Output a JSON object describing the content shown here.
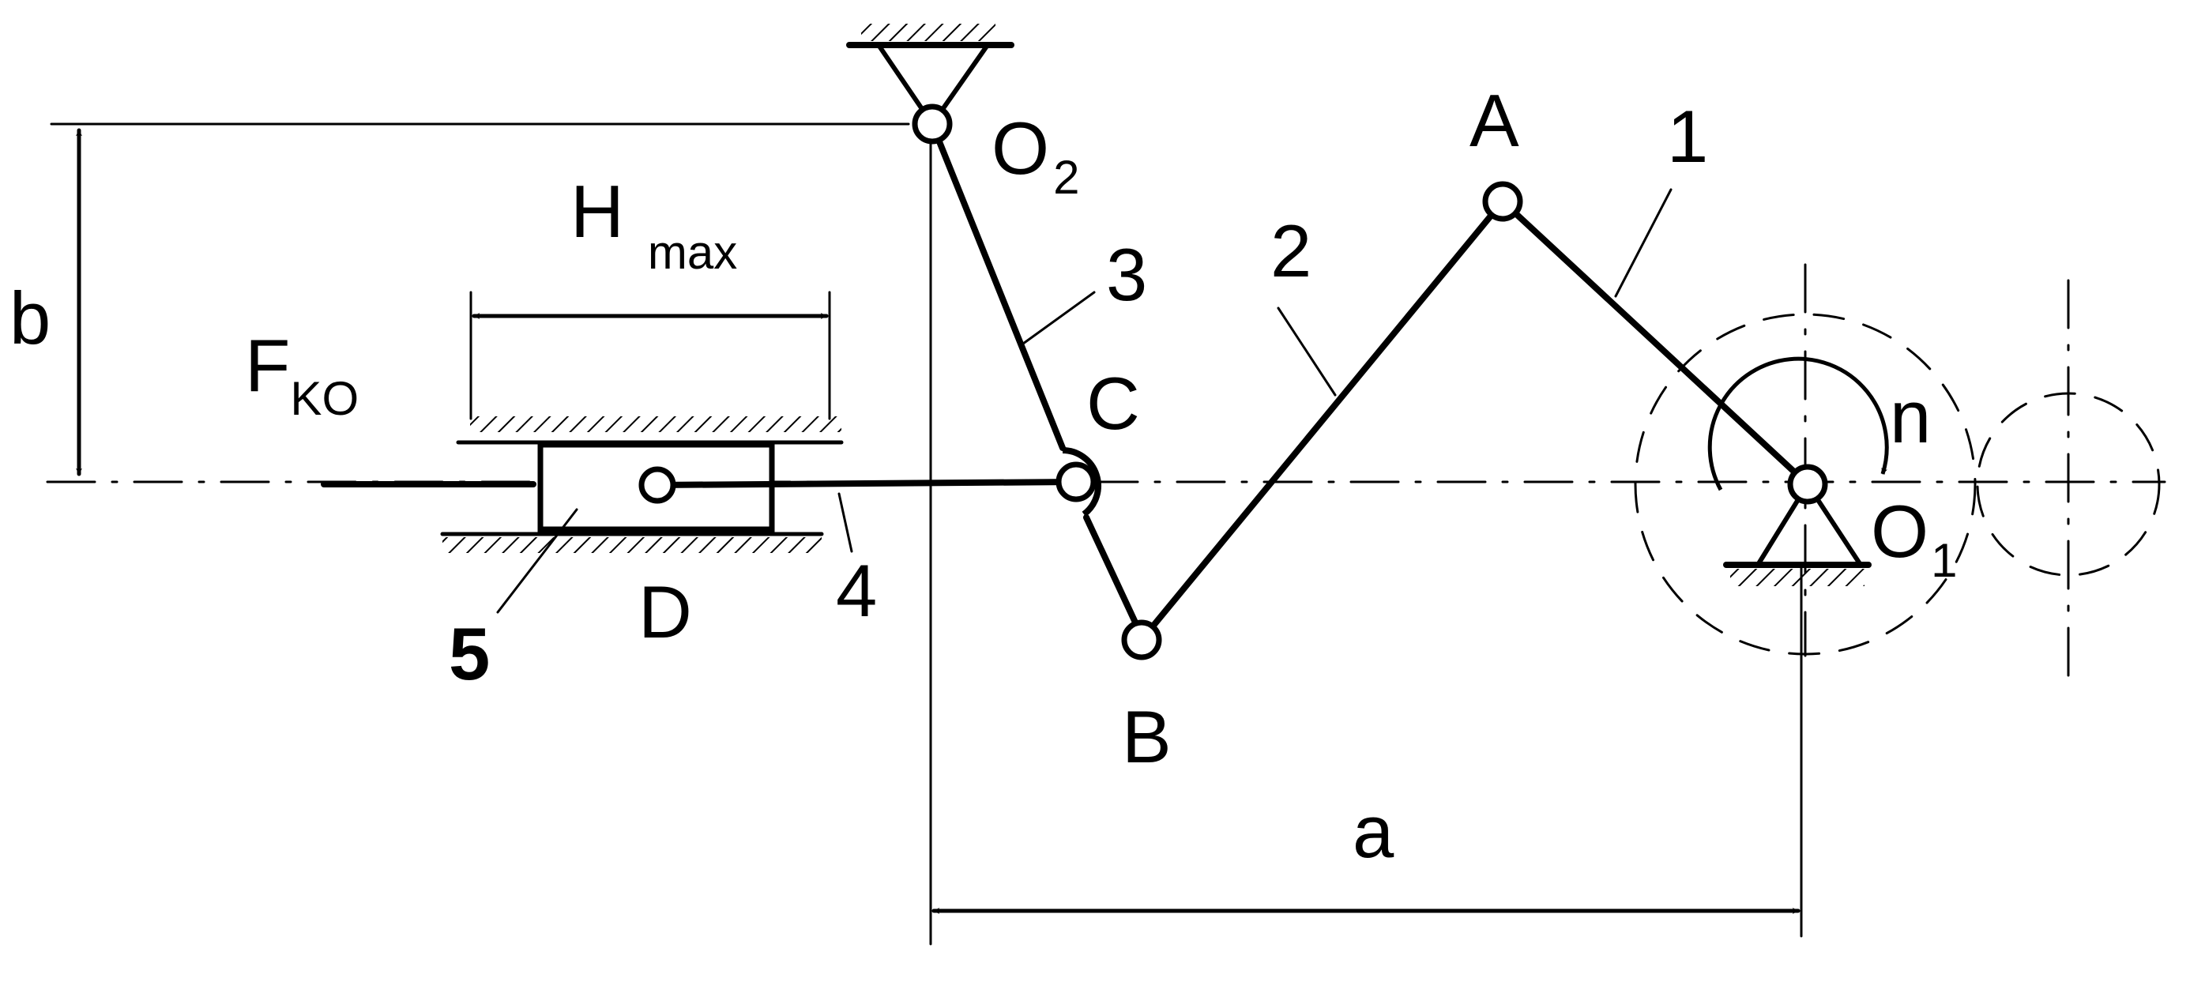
{
  "labels": {
    "o2_main": "O",
    "o2_sub": "2",
    "o1_main": "O",
    "o1_sub": "1",
    "a_point": "A",
    "b_point": "B",
    "c_point": "C",
    "d_point": "D",
    "link_1": "1",
    "link_2": "2",
    "link_3": "3",
    "link_4": "4",
    "link_5": "5",
    "dim_a": "a",
    "dim_b": "b",
    "h_main": "H",
    "h_sub": "max",
    "f_main": "F",
    "f_sub": "KO",
    "rotation": "n"
  }
}
